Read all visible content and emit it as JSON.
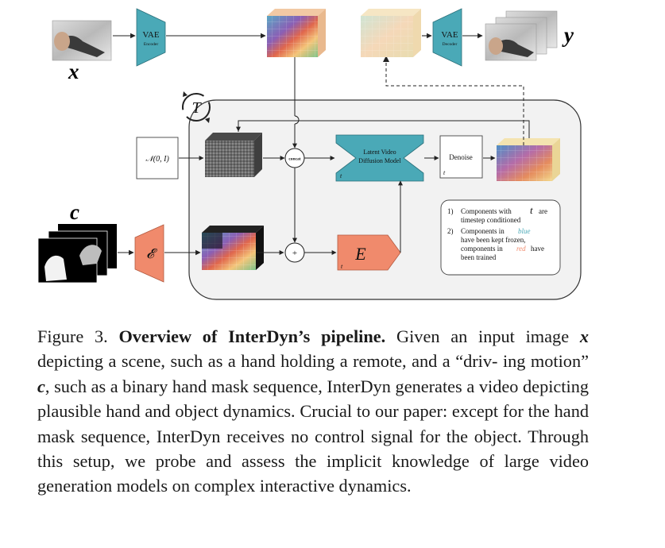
{
  "figure": {
    "vae_encoder_label": "VAE",
    "vae_encoder_sub": "Encoder",
    "vae_decoder_label": "VAE",
    "vae_decoder_sub": "Decoder",
    "input_symbol": "x",
    "output_symbol": "y",
    "condition_symbol": "c",
    "timestep_symbol": "T",
    "noise_label": "𝒩(0, I)",
    "concat_label": "concat",
    "add_label": "+",
    "encoder_e_label": "𝓔",
    "encoder_E_label": "E",
    "ldm_label_1": "Latent Video",
    "ldm_label_2": "Diffusion Model",
    "denoise_label": "Denoise",
    "t_mark": "t",
    "legend": {
      "item1_prefix": "1)",
      "item1_line1": "Components with",
      "item1_t": "t",
      "item1_line1_end": "are",
      "item1_line2": "timestep conditioned",
      "item2_prefix": "2)",
      "item2_line1": "Components in",
      "item2_blue_word": "blue",
      "item2_line2": "have been kept frozen,",
      "item2_line3_a": "components in",
      "item2_red_word": "red",
      "item2_line3_b": "have",
      "item2_line4": "been trained"
    },
    "colors": {
      "frozen_blue": "#4aa9b7",
      "trained_red": "#f08a6c"
    }
  },
  "caption": {
    "label": "Figure 3.",
    "bold_title": "Overview of InterDyn’s pipeline.",
    "lines": [
      [
        "Given an input image"
      ],
      [
        "x",
        "depicting a scene, such as a hand holding a remote, and a “driv-"
      ],
      [
        "ing motion”",
        "c",
        ", such as a binary hand mask sequence, InterDyn"
      ],
      [
        "generates a video depicting plausible hand and object dynamics."
      ],
      [
        "Crucial to our paper: except for the hand mask sequence, InterDyn"
      ],
      [
        "receives no control signal for the object.  Through this setup, we"
      ],
      [
        "probe and assess the implicit knowledge of large video generation"
      ],
      [
        "models on complex interactive dynamics."
      ]
    ]
  }
}
